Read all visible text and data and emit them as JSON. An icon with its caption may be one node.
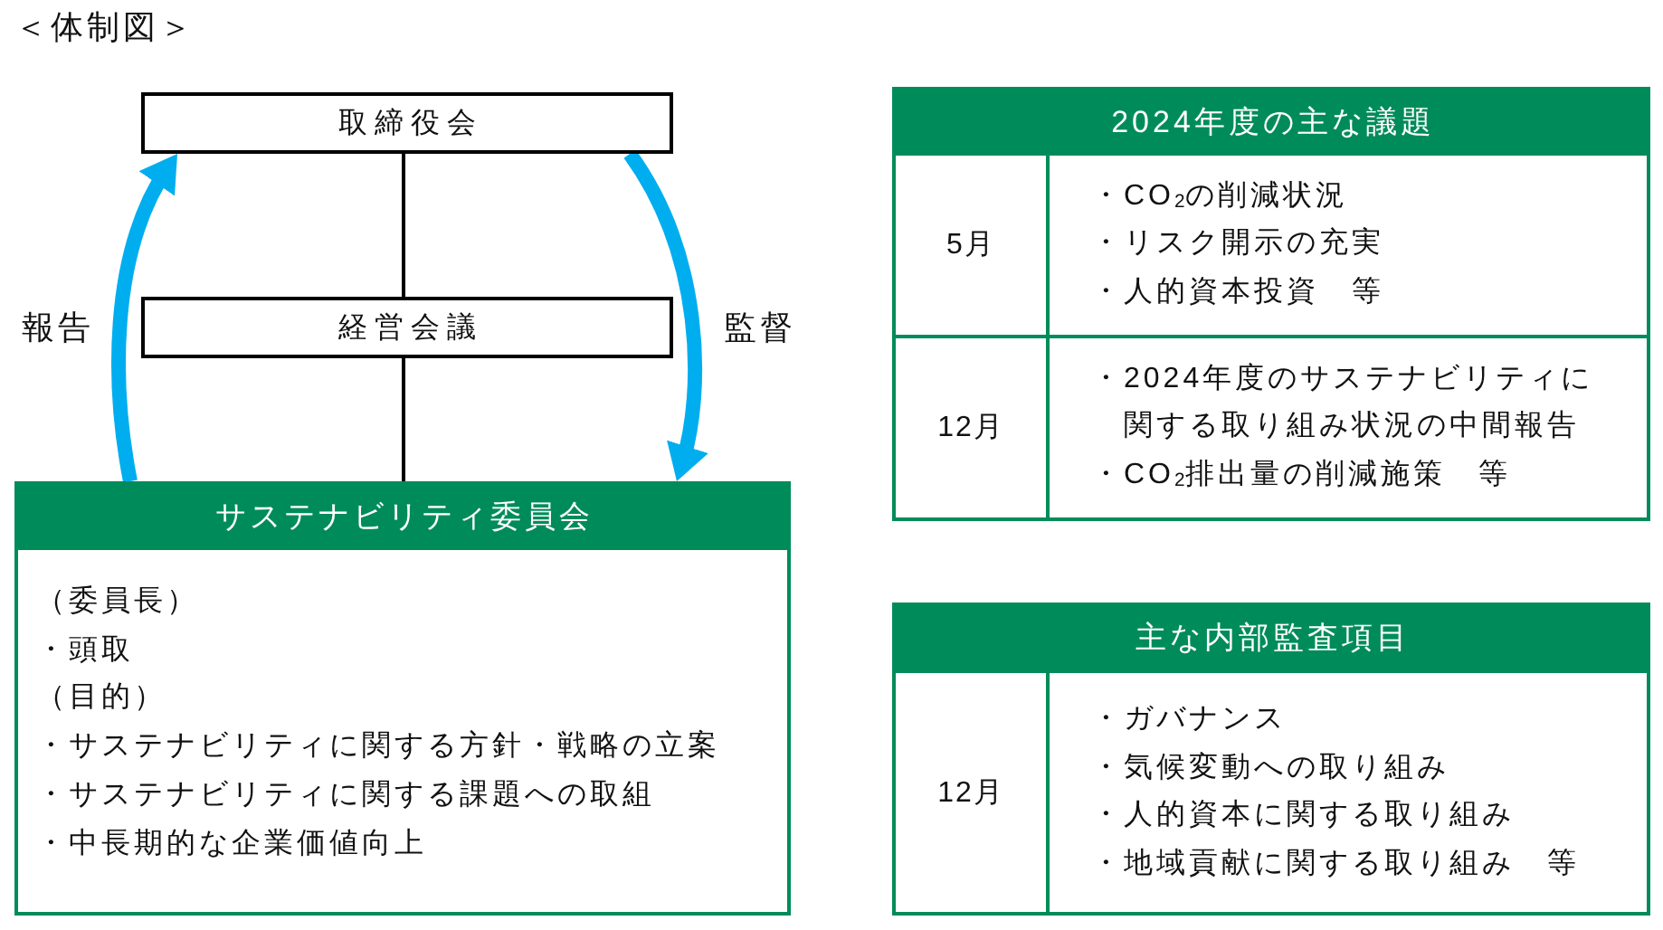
{
  "diagram": {
    "title": "＜体制図＞",
    "nodes": [
      {
        "text": [
          "取締役会"
        ]
      },
      {
        "text": [
          "経営会議"
        ]
      },
      {
        "text": [
          "サステナビリティ委員会",
          "（委員長）",
          "・頭取",
          "（目的）",
          "・サステナビリティに関する方針・戦略の立案",
          "・サステナビリティに関する課題への取組",
          "・中長期的な企業価値向上"
        ]
      },
      {
        "text": [
          "2024年度の主な議題"
        ]
      },
      {
        "text": [
          "5月"
        ],
        "in": 3
      },
      {
        "text": [
          "・CO$_{2}$の削減状況",
          "・リスク開示の充実",
          "・人的資本投資　等"
        ],
        "in": 3
      },
      {
        "text": [
          "12月"
        ],
        "in": 3
      },
      {
        "text": [
          "・2024年度のサステナビリティに関する取り組み状況の中間報告",
          "・CO$_{2}$排出量の削減施策　等"
        ],
        "in": 3
      },
      {
        "text": [
          "主な内部監査項目"
        ]
      },
      {
        "text": [
          "12月"
        ],
        "in": 8
      },
      {
        "text": [
          "・ガバナンス",
          "・気候変動への取り組み",
          "・人的資本に関する取り組み",
          "・地域貢献に関する取り組み　等"
        ],
        "in": 8
      }
    ],
    "edges": [
      {
        "from": 0,
        "to": 1,
        "arrow": "none"
      },
      {
        "from": 1,
        "to": 2,
        "arrow": "none"
      },
      {
        "from": 2,
        "to": 0,
        "arrow": "to",
        "label": "報告",
        "style": "thick",
        "color": "#00aeef"
      },
      {
        "from": 0,
        "to": 2,
        "arrow": "to",
        "label": "監督",
        "style": "thick",
        "color": "#00aeef"
      }
    ]
  }
}
